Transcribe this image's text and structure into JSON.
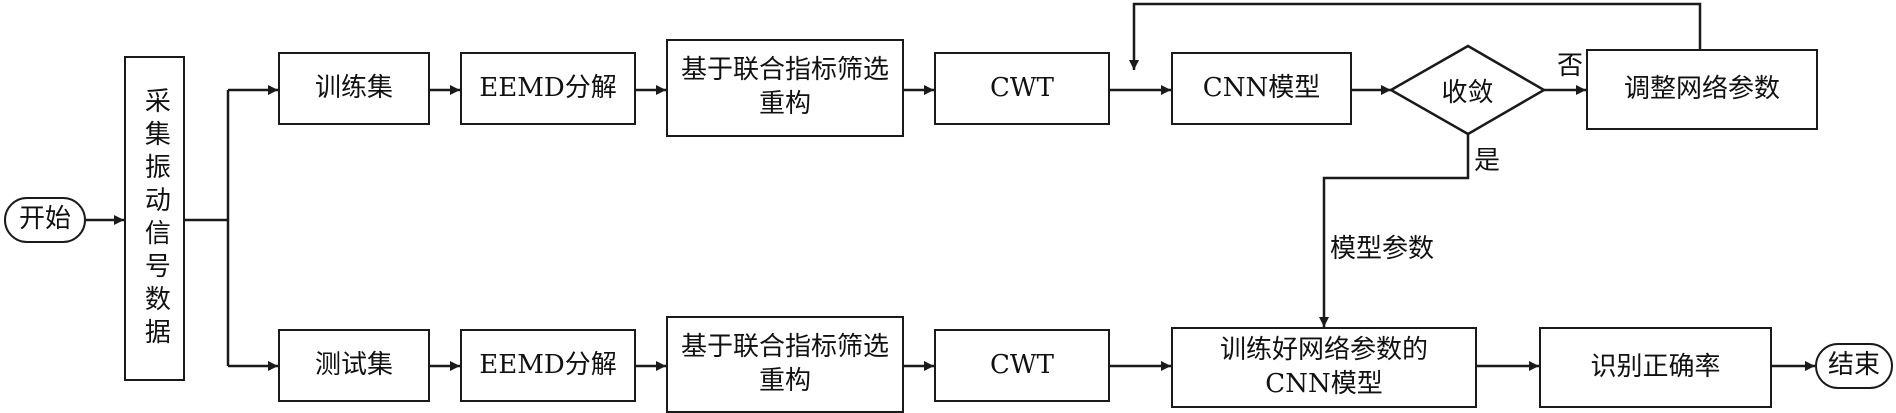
{
  "nodes": {
    "start": "开始",
    "collect": "采集振动信号数据",
    "train_set": "训练集",
    "train_eemd": "EEMD分解",
    "train_rebuild": "基于联合指标筛选重构",
    "train_cwt": "CWT",
    "cnn_model": "CNN模型",
    "converge": "收敛",
    "adjust": "调整网络参数",
    "test_set": "测试集",
    "test_eemd": "EEMD分解",
    "test_rebuild": "基于联合指标筛选重构",
    "test_cwt": "CWT",
    "trained_cnn": "训练好网络参数的CNN模型",
    "accuracy": "识别正确率",
    "end": "结束"
  },
  "edge_labels": {
    "no": "否",
    "yes": "是",
    "model_params": "模型参数"
  },
  "colors": {
    "line": "#1a1a1a",
    "text": "#111111"
  }
}
